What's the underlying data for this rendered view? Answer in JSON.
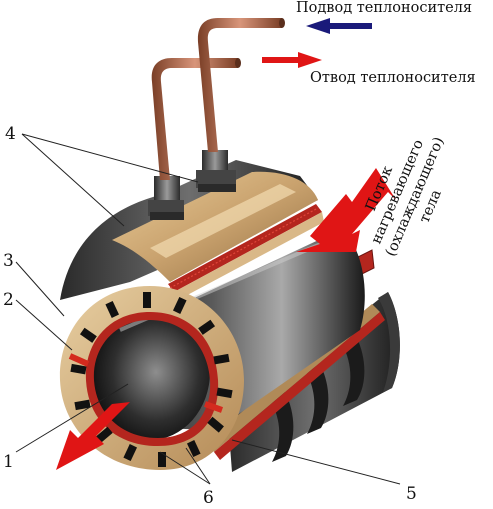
{
  "legend": {
    "supply_label": "Подвод теплоносителя",
    "return_label": "Отвод теплоносителя",
    "supply_arrow_color": "#1a1a7a",
    "return_arrow_color": "#e01515"
  },
  "flow_label": {
    "line1": "Поток",
    "line2": "нагревающего",
    "line3": "(охлаждающего)",
    "line4": "тела"
  },
  "callouts": [
    "1",
    "2",
    "3",
    "4",
    "5",
    "6"
  ],
  "colors": {
    "shell_brass": "#c9a26e",
    "copper_pipe": "#b06a4a",
    "heating_layer": "#b4261e",
    "flow_arrow": "#e01515"
  }
}
